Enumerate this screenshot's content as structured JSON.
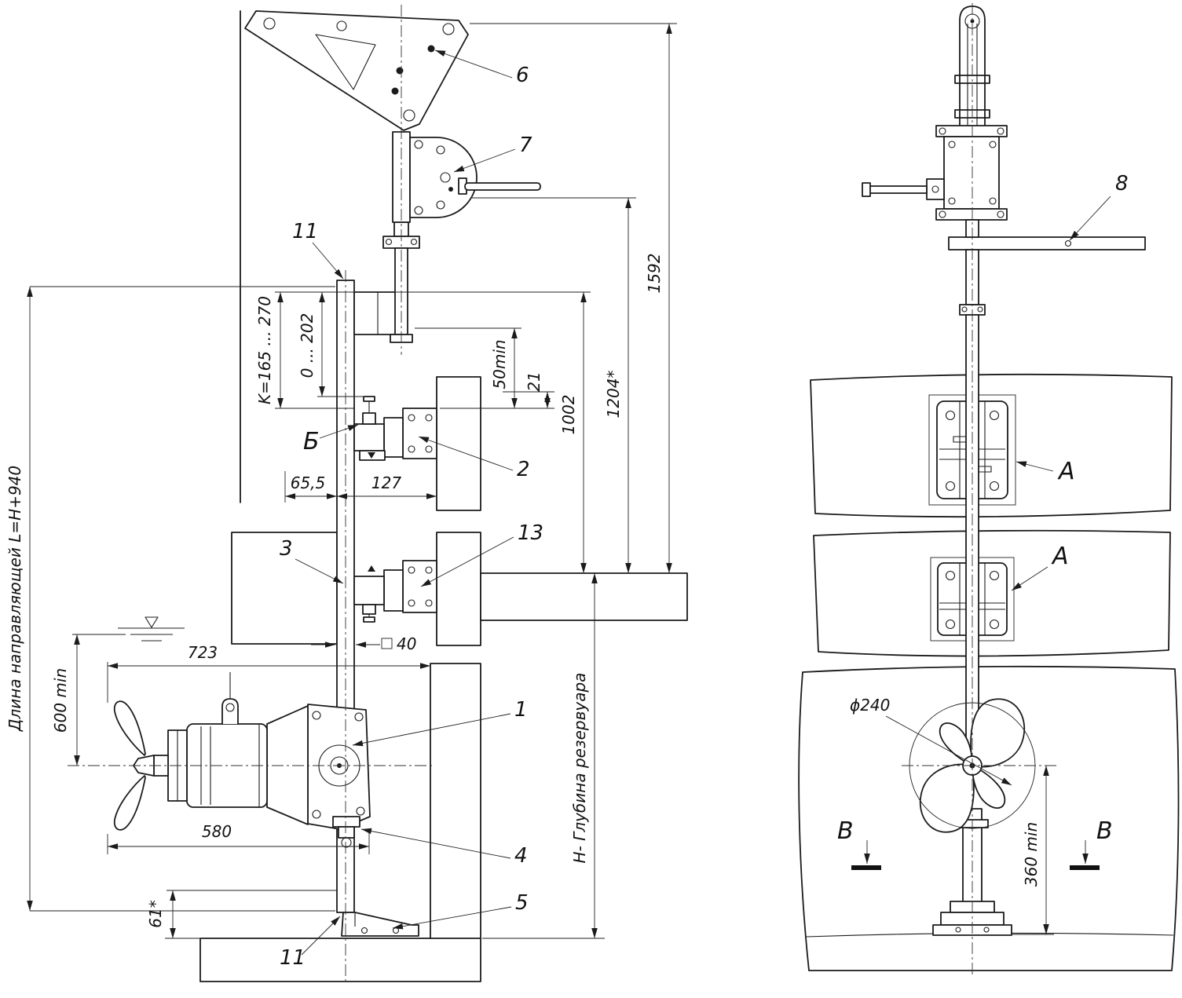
{
  "drawing": {
    "labels": {
      "guide_length": "Длина направляющей L=H+940",
      "tank_depth": "Н- Глубина резервуара"
    },
    "dims": {
      "h1592": "1592",
      "h1204": "1204*",
      "h1002": "1002",
      "min50": "50min",
      "d21": "21",
      "k_range": "K=165 ... 270",
      "travel": "0 ... 202",
      "w65_5": "65,5",
      "w127": "127",
      "w723": "723",
      "min600": "600 min",
      "w580": "580",
      "h61": "61*",
      "sq40": "40",
      "dia240": "ϕ240",
      "min360": "360 min"
    },
    "callouts": {
      "n1": "1",
      "n2": "2",
      "n3": "3",
      "n4": "4",
      "n5": "5",
      "n6": "6",
      "n7": "7",
      "n8": "8",
      "n11_top": "11",
      "n11_bottom": "11",
      "n13": "13"
    },
    "views": {
      "b": "Б",
      "a_upper": "А",
      "a_lower": "А",
      "v_left": "В",
      "v_right": "В"
    }
  }
}
